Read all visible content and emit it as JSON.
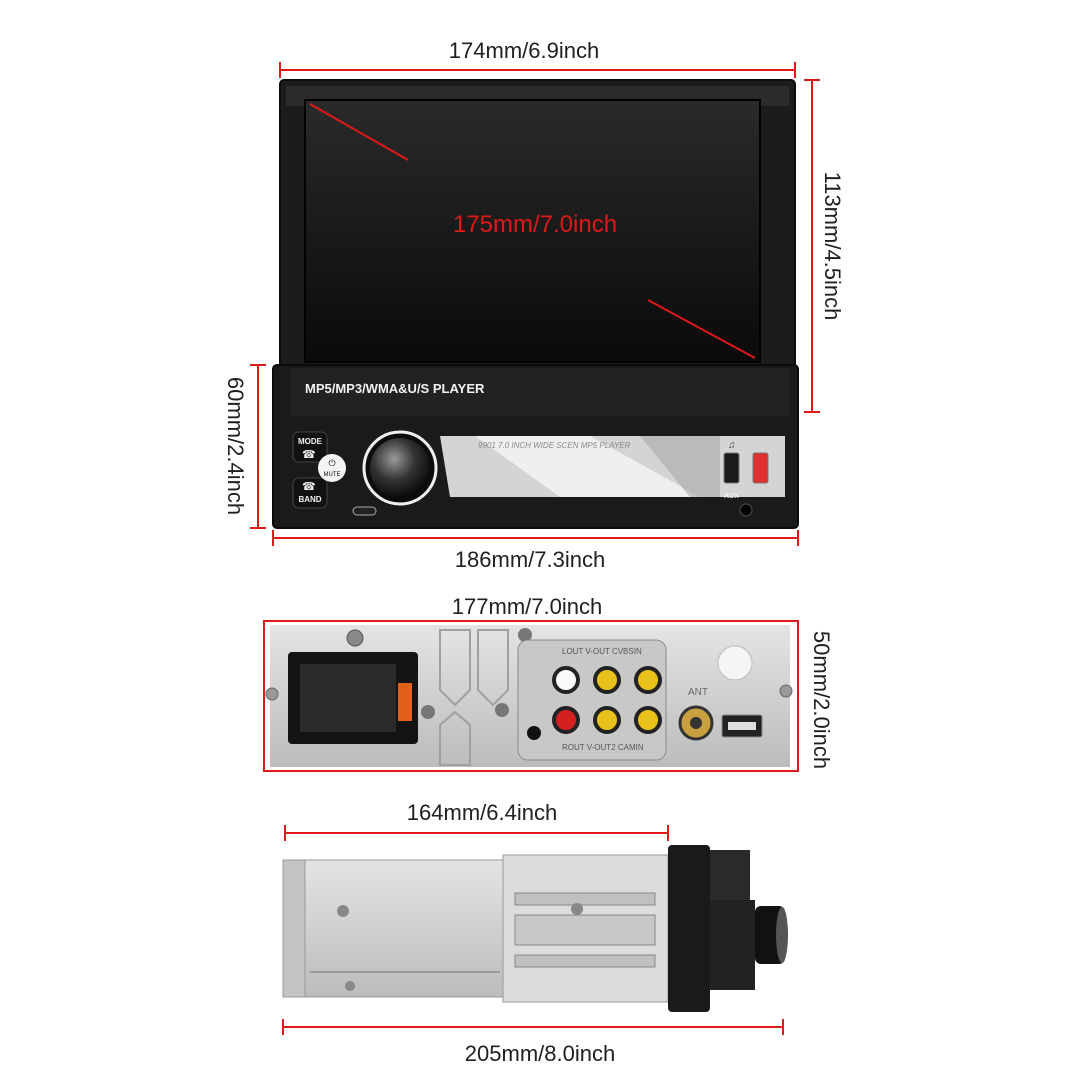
{
  "front": {
    "top_width": "174mm/6.9inch",
    "screen_diagonal": "175mm/7.0inch",
    "total_height": "113mm/4.5inch",
    "panel_height": "60mm/2.4inch",
    "panel_width": "186mm/7.3inch",
    "panel_title": "MP5/MP3/WMA&U/S PLAYER",
    "panel_subtitle": "9901  7.0 INCH WIDE SCEN MP5 PLAYER",
    "btn_mode": "MODE",
    "btn_mute": "MUTE",
    "btn_band": "BAND",
    "aux_label": "AUX"
  },
  "rear": {
    "width": "177mm/7.0inch",
    "height": "50mm/2.0inch",
    "rca_top_label": "LOUT V-OUT CVBSIN",
    "rca_bottom_label": "ROUT V-OUT2 CAMIN",
    "ant_label": "ANT"
  },
  "side": {
    "chassis_length": "164mm/6.4inch",
    "total_length": "205mm/8.0inch"
  },
  "colors": {
    "dimension_line": "#e01818",
    "body": "#1a1a1a",
    "metal": "#d8d8d8"
  }
}
